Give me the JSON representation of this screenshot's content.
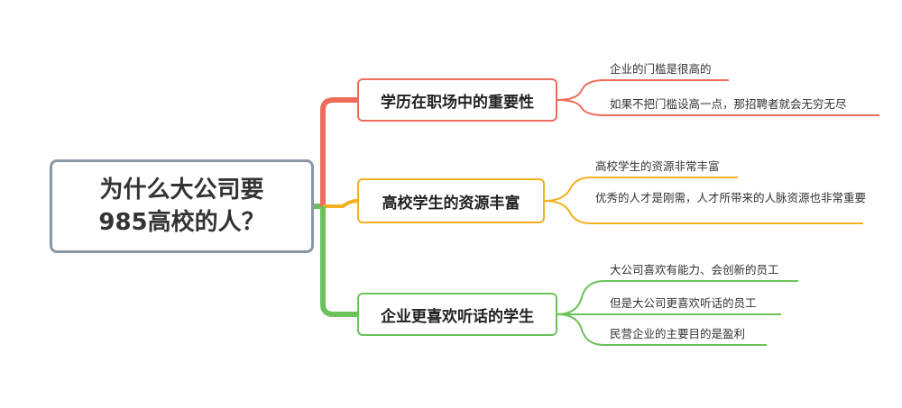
{
  "root": {
    "line1": "为什么大公司要",
    "line2": "985高校的人？"
  },
  "branches": [
    {
      "label": "学历在职场中的重要性",
      "color": "#ef6b5a",
      "children": [
        "企业的门槛是很高的",
        "如果不把门槛设高一点，那招聘者就会无穷无尽"
      ]
    },
    {
      "label": "高校学生的资源丰富",
      "color": "#f2b01e",
      "children": [
        "高校学生的资源非常丰富",
        "优秀的人才是刚需，人才所带来的人脉资源也非常重要"
      ]
    },
    {
      "label": "企业更喜欢听话的学生",
      "color": "#6cc25a",
      "children": [
        "大公司喜欢有能力、会创新的员工",
        "但是大公司更喜欢听话的员工",
        "民营企业的主要目的是盈利"
      ]
    }
  ]
}
